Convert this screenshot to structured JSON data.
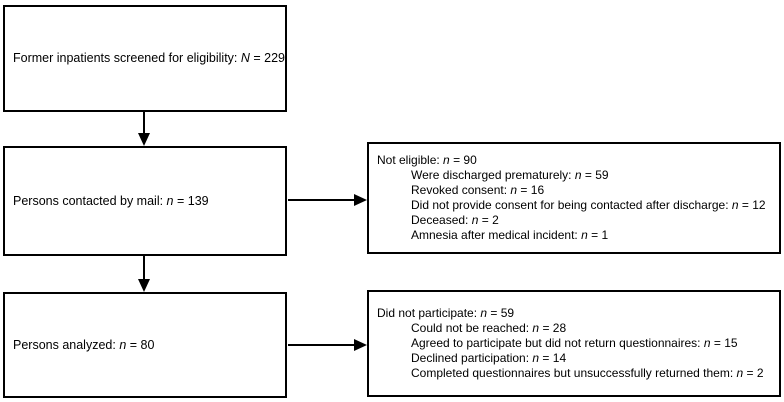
{
  "colors": {
    "border": "#000000",
    "text": "#000000",
    "background": "#ffffff"
  },
  "flow": {
    "screened": {
      "pre": "Former inpatients screened for eligibility: ",
      "var": "N",
      "post": " = 229"
    },
    "contacted": {
      "pre": "Persons contacted by mail: ",
      "var": "n",
      "post": " = 139"
    },
    "analyzed": {
      "pre": "Persons analyzed: ",
      "var": "n",
      "post": " = 80"
    },
    "not_eligible": {
      "title": {
        "pre": "Not eligible: ",
        "var": "n",
        "post": " = 90"
      },
      "items": [
        {
          "pre": "Were discharged prematurely: ",
          "var": "n",
          "post": " = 59"
        },
        {
          "pre": "Revoked consent: ",
          "var": "n",
          "post": " = 16"
        },
        {
          "pre": "Did not provide consent for being contacted after discharge: ",
          "var": "n",
          "post": " = 12"
        },
        {
          "pre": "Deceased: ",
          "var": "n",
          "post": " = 2"
        },
        {
          "pre": "Amnesia after medical incident: ",
          "var": "n",
          "post": " = 1"
        }
      ]
    },
    "did_not_participate": {
      "title": {
        "pre": "Did not participate: ",
        "var": "n",
        "post": " = 59"
      },
      "items": [
        {
          "pre": "Could not be reached: ",
          "var": "n",
          "post": " = 28"
        },
        {
          "pre": "Agreed to participate but did not return questionnaires: ",
          "var": "n",
          "post": " = 15"
        },
        {
          "pre": "Declined participation: ",
          "var": "n",
          "post": " = 14"
        },
        {
          "pre": "Completed questionnaires but unsuccessfully returned them: ",
          "var": "n",
          "post": " = 2"
        }
      ]
    }
  }
}
